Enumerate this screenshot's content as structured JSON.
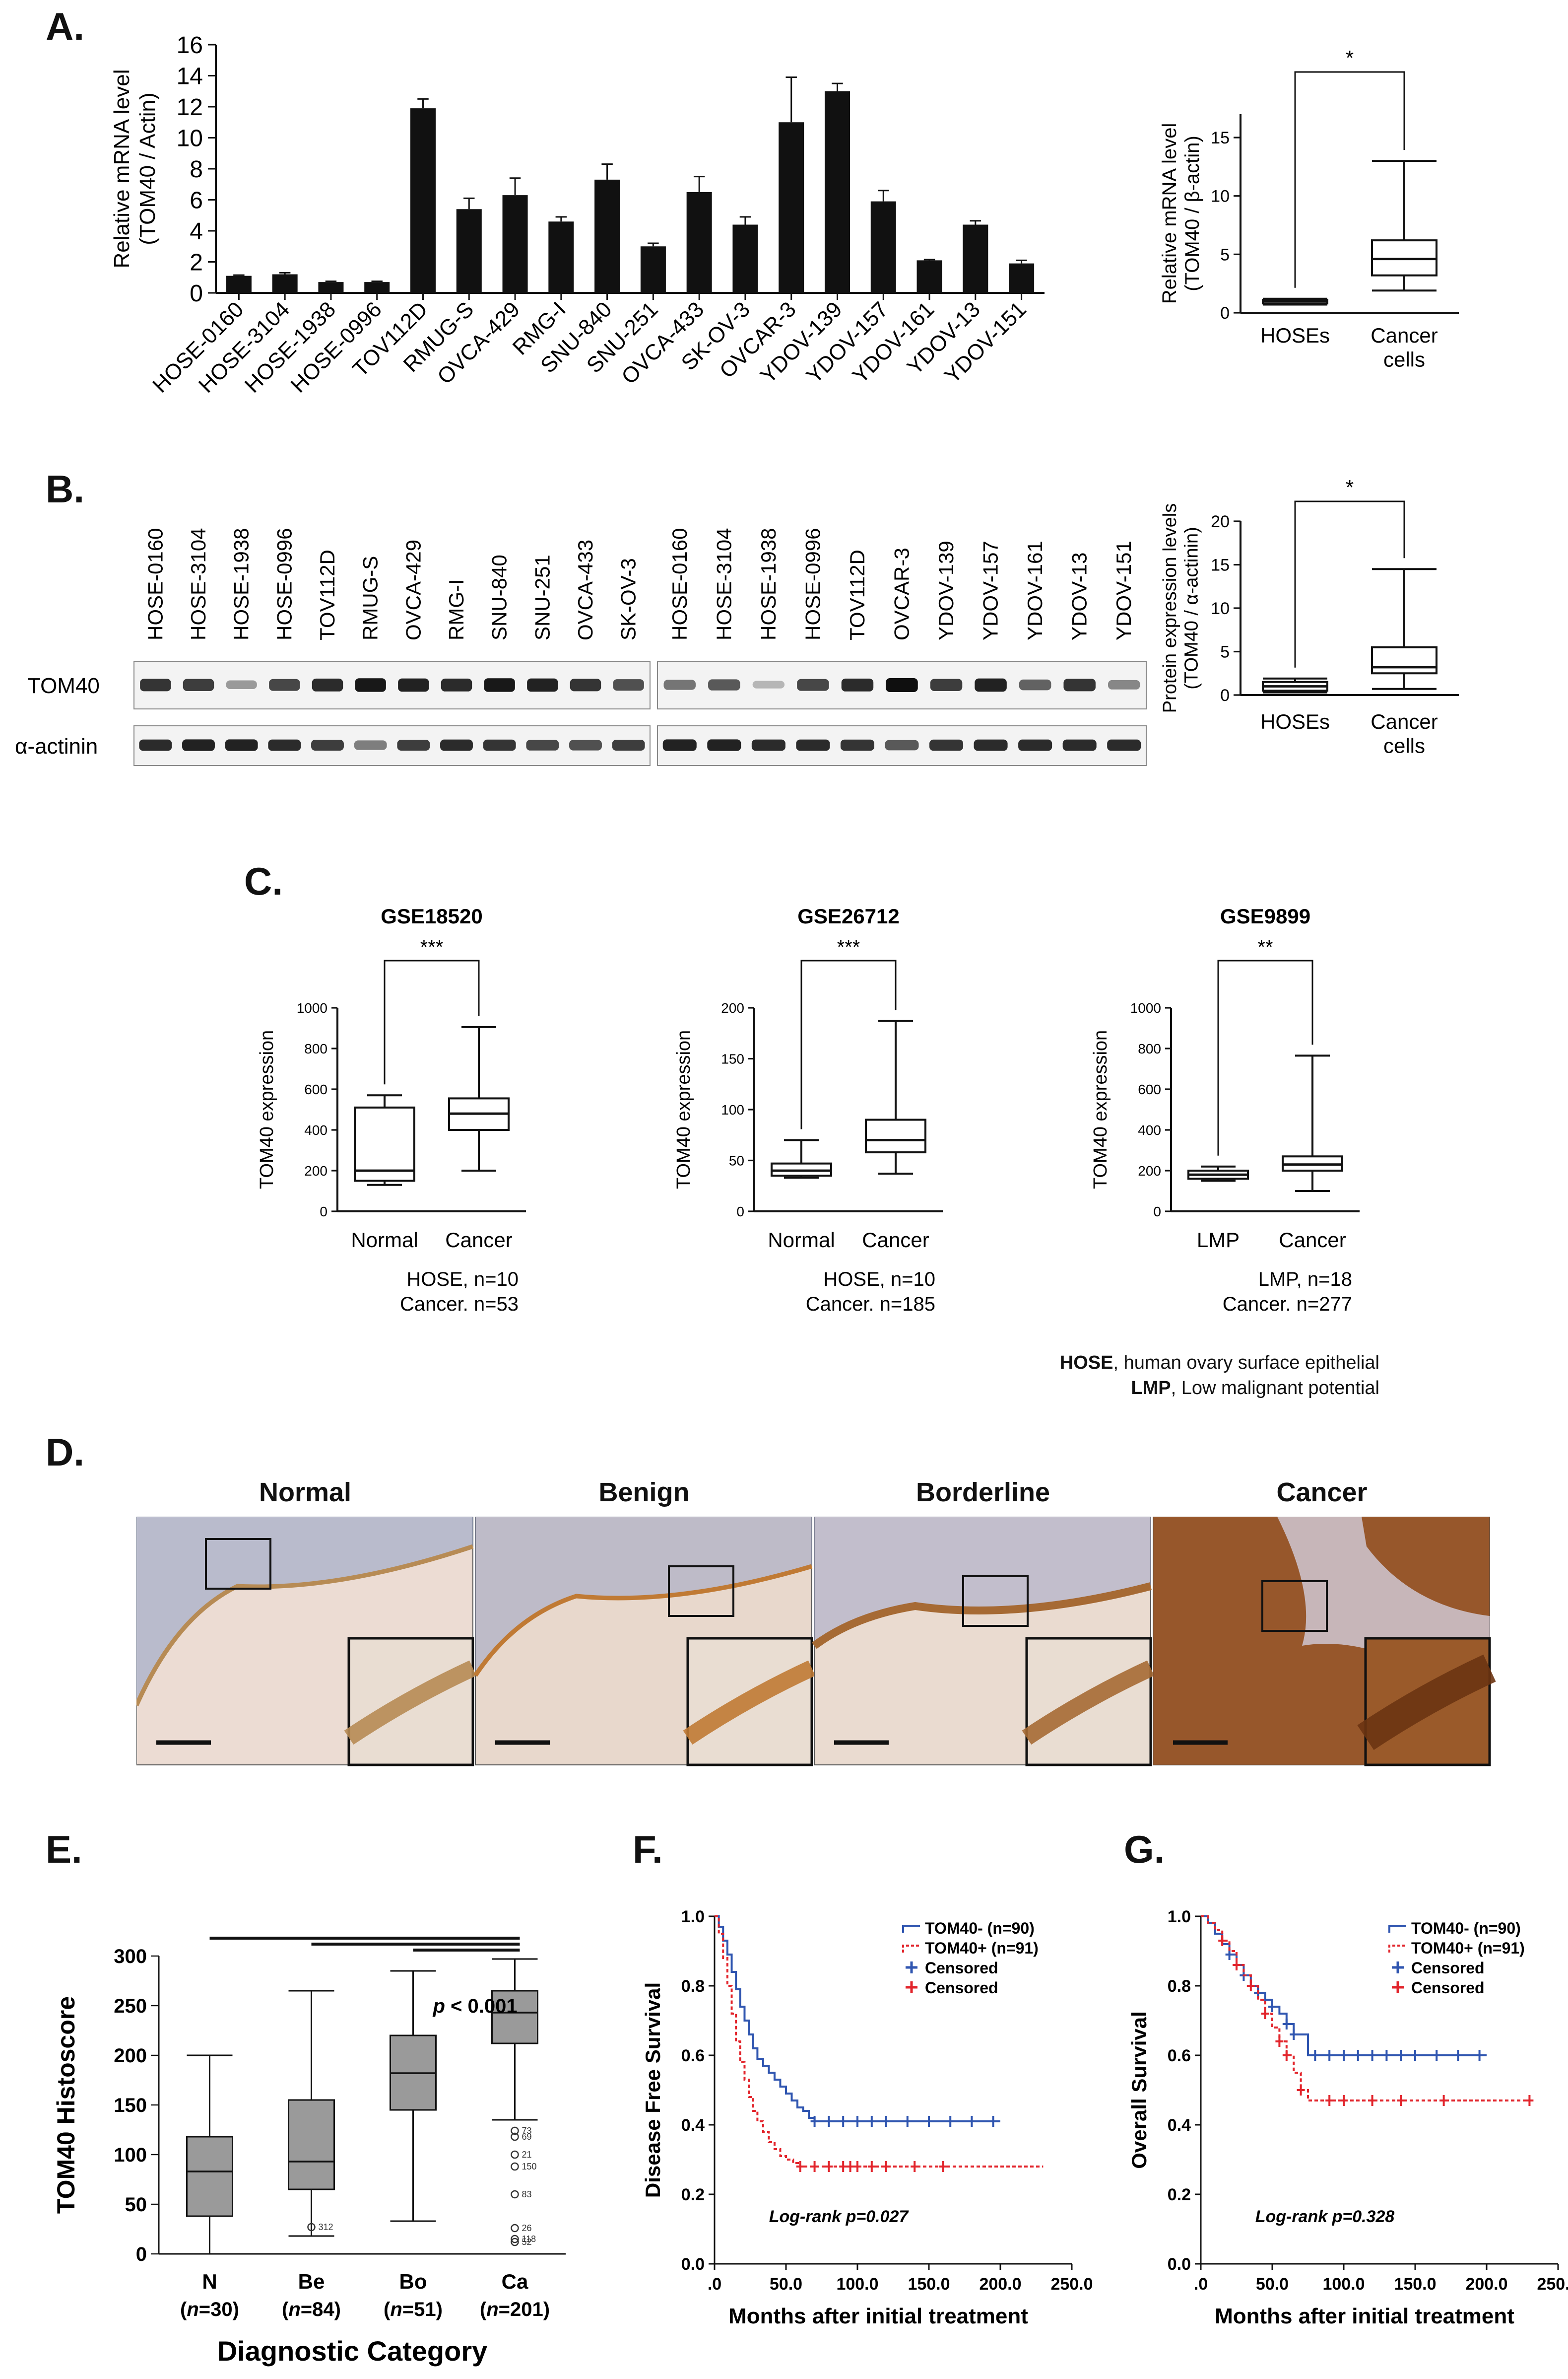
{
  "panels": {
    "A": "A.",
    "B": "B.",
    "C": "C.",
    "D": "D.",
    "E": "E.",
    "F": "F.",
    "G": "G."
  },
  "sig": {
    "one": "*",
    "two": "**",
    "three": "***"
  },
  "chart_data": [
    {
      "id": "A-bar",
      "type": "bar",
      "ylabel": "Relative mRNA level (TOM40 / Actin)",
      "ylabel_lines": [
        "Relative mRNA level",
        "(TOM40 / Actin)"
      ],
      "ylim": [
        0,
        16
      ],
      "yticks": [
        0,
        2,
        4,
        6,
        8,
        10,
        12,
        14,
        16
      ],
      "categories": [
        "HOSE-0160",
        "HOSE-3104",
        "HOSE-1938",
        "HOSE-0996",
        "TOV112D",
        "RMUG-S",
        "OVCA-429",
        "RMG-I",
        "SNU-840",
        "SNU-251",
        "OVCA-433",
        "SK-OV-3",
        "OVCAR-3",
        "YDOV-139",
        "YDOV-157",
        "YDOV-161",
        "YDOV-13",
        "YDOV-151"
      ],
      "values": [
        1.1,
        1.2,
        0.7,
        0.7,
        11.9,
        5.4,
        6.3,
        4.6,
        7.3,
        3.0,
        6.5,
        4.4,
        11.0,
        13.0,
        5.9,
        2.1,
        4.4,
        1.9
      ],
      "errors": [
        0.05,
        0.1,
        0.05,
        0.05,
        0.6,
        0.7,
        1.1,
        0.3,
        1.0,
        0.2,
        1.0,
        0.5,
        2.9,
        0.5,
        0.7,
        0.05,
        0.25,
        0.2
      ]
    },
    {
      "id": "A-box",
      "type": "box",
      "ylabel_lines": [
        "Relative mRNA level",
        "(TOM40 / β-actin)"
      ],
      "ylim": [
        0,
        17
      ],
      "yticks": [
        0,
        5,
        10,
        15
      ],
      "categories": [
        "HOSEs",
        "Cancer cells"
      ],
      "category_lines": [
        [
          "HOSEs"
        ],
        [
          "Cancer",
          "cells"
        ]
      ],
      "boxes": [
        {
          "min": 0.7,
          "q1": 0.8,
          "median": 1.0,
          "q3": 1.1,
          "max": 1.2
        },
        {
          "min": 1.9,
          "q1": 3.2,
          "median": 4.6,
          "q3": 6.2,
          "max": 13.0
        }
      ],
      "significance": "*"
    },
    {
      "id": "B-box",
      "type": "box",
      "ylabel_lines": [
        "Protein expression levels",
        "(TOM40 / α-actinin)"
      ],
      "ylim": [
        0,
        20
      ],
      "yticks": [
        0,
        5,
        10,
        15,
        20
      ],
      "categories": [
        "HOSEs",
        "Cancer cells"
      ],
      "category_lines": [
        [
          "HOSEs"
        ],
        [
          "Cancer",
          "cells"
        ]
      ],
      "boxes": [
        {
          "min": 0.3,
          "q1": 0.5,
          "median": 1.0,
          "q3": 1.5,
          "max": 1.9
        },
        {
          "min": 0.7,
          "q1": 2.5,
          "median": 3.2,
          "q3": 5.5,
          "max": 14.5
        }
      ],
      "significance": "*"
    },
    {
      "id": "C1",
      "type": "box",
      "title": "GSE18520",
      "ylabel": "TOM40 expression",
      "ylim": [
        0,
        1000
      ],
      "yticks": [
        0,
        200,
        400,
        600,
        800,
        1000
      ],
      "categories": [
        "Normal",
        "Cancer"
      ],
      "boxes": [
        {
          "min": 130,
          "q1": 150,
          "median": 200,
          "q3": 510,
          "max": 570
        },
        {
          "min": 200,
          "q1": 400,
          "median": 480,
          "q3": 555,
          "max": 905
        }
      ],
      "significance": "***",
      "n_lines": [
        "HOSE, n=10",
        "Cancer, n=53"
      ]
    },
    {
      "id": "C2",
      "type": "box",
      "title": "GSE26712",
      "ylabel": "TOM40 expression",
      "ylim": [
        0,
        200
      ],
      "yticks": [
        0,
        50,
        100,
        150,
        200
      ],
      "categories": [
        "Normal",
        "Cancer"
      ],
      "boxes": [
        {
          "min": 33,
          "q1": 35,
          "median": 40,
          "q3": 47,
          "max": 70
        },
        {
          "min": 37,
          "q1": 58,
          "median": 70,
          "q3": 90,
          "max": 187
        }
      ],
      "significance": "***",
      "n_lines": [
        "HOSE, n=10",
        "Cancer, n=185"
      ]
    },
    {
      "id": "C3",
      "type": "box",
      "title": "GSE9899",
      "ylabel": "TOM40 expression",
      "ylim": [
        0,
        1000
      ],
      "yticks": [
        0,
        200,
        400,
        600,
        800,
        1000
      ],
      "categories": [
        "LMP",
        "Cancer"
      ],
      "boxes": [
        {
          "min": 150,
          "q1": 160,
          "median": 180,
          "q3": 200,
          "max": 220
        },
        {
          "min": 100,
          "q1": 200,
          "median": 230,
          "q3": 270,
          "max": 765
        }
      ],
      "significance": "**",
      "n_lines": [
        "LMP, n=18",
        "Cancer, n=277"
      ]
    },
    {
      "id": "E",
      "type": "box",
      "ylabel": "TOM40 Histoscore",
      "xlabel": "Diagnostic Category",
      "ylim": [
        0,
        300
      ],
      "yticks": [
        0,
        50,
        100,
        150,
        200,
        250,
        300
      ],
      "categories": [
        "N",
        "Be",
        "Bo",
        "Ca"
      ],
      "n_labels": [
        "n",
        "=30",
        "=84",
        "=51",
        "=201"
      ],
      "boxes": [
        {
          "min": 0,
          "q1": 38,
          "median": 83,
          "q3": 118,
          "max": 200
        },
        {
          "min": 18,
          "q1": 65,
          "median": 93,
          "q3": 155,
          "max": 265
        },
        {
          "min": 33,
          "q1": 145,
          "median": 182,
          "q3": 220,
          "max": 285
        },
        {
          "min": 135,
          "q1": 212,
          "median": 243,
          "q3": 265,
          "max": 297
        }
      ],
      "outliers": [
        {
          "group": 1,
          "y": 27,
          "label": "312"
        },
        {
          "group": 3,
          "y": 124,
          "label": "73"
        },
        {
          "group": 3,
          "y": 118,
          "label": "69"
        },
        {
          "group": 3,
          "y": 100,
          "label": "21"
        },
        {
          "group": 3,
          "y": 88,
          "label": "150"
        },
        {
          "group": 3,
          "y": 60,
          "label": "83"
        },
        {
          "group": 3,
          "y": 26,
          "label": "26"
        },
        {
          "group": 3,
          "y": 15,
          "label": "118"
        },
        {
          "group": 3,
          "y": 12,
          "label": "52"
        }
      ],
      "pvalue_prefix": "p",
      "pvalue_rest": " < 0.001"
    },
    {
      "id": "F",
      "type": "line",
      "ylabel": "Disease Free Survival",
      "xlabel": "Months after initial treatment",
      "xlim": [
        0,
        250
      ],
      "ylim": [
        0,
        1.0
      ],
      "xticks": [
        ".0",
        "50.0",
        "100.0",
        "150.0",
        "200.0",
        "250.0"
      ],
      "yticks": [
        "0.0",
        "0.2",
        "0.4",
        "0.6",
        "0.8",
        "1.0"
      ],
      "legend": [
        "TOM40- (n=90)",
        "TOM40+ (n=91)",
        "Censored",
        "Censored"
      ],
      "annotation": "Log-rank p=0.027",
      "series": [
        {
          "name": "TOM40- (n=90)",
          "color": "#2f55b0",
          "style": "solid",
          "x": [
            0,
            3,
            6,
            9,
            12,
            15,
            18,
            21,
            24,
            27,
            30,
            34,
            38,
            42,
            46,
            50,
            54,
            58,
            62,
            66,
            70,
            80,
            200
          ],
          "y": [
            1.0,
            0.97,
            0.93,
            0.89,
            0.84,
            0.79,
            0.74,
            0.7,
            0.66,
            0.62,
            0.59,
            0.57,
            0.55,
            0.53,
            0.51,
            0.49,
            0.47,
            0.45,
            0.44,
            0.42,
            0.41,
            0.41,
            0.41
          ],
          "censored": [
            70,
            80,
            90,
            100,
            110,
            120,
            135,
            150,
            165,
            180,
            195
          ]
        },
        {
          "name": "TOM40+ (n=91)",
          "color": "#e2242b",
          "style": "dashed",
          "x": [
            0,
            3,
            6,
            9,
            12,
            15,
            18,
            21,
            24,
            27,
            30,
            34,
            38,
            42,
            46,
            50,
            55,
            60,
            230
          ],
          "y": [
            1.0,
            0.95,
            0.88,
            0.8,
            0.72,
            0.64,
            0.58,
            0.53,
            0.48,
            0.44,
            0.41,
            0.38,
            0.35,
            0.33,
            0.31,
            0.3,
            0.29,
            0.28,
            0.28
          ],
          "censored": [
            60,
            70,
            80,
            90,
            95,
            100,
            110,
            120,
            140,
            160
          ]
        }
      ]
    },
    {
      "id": "G",
      "type": "line",
      "ylabel": "Overall Survival",
      "xlabel": "Months after initial treatment",
      "xlim": [
        0,
        250
      ],
      "ylim": [
        0,
        1.0
      ],
      "xticks": [
        ".0",
        "50.0",
        "100.0",
        "150.0",
        "200.0",
        "250.0"
      ],
      "yticks": [
        "0.0",
        "0.2",
        "0.4",
        "0.6",
        "0.8",
        "1.0"
      ],
      "legend": [
        "TOM40- (n=90)",
        "TOM40+ (n=91)",
        "Censored",
        "Censored"
      ],
      "annotation": "Log-rank p=0.328",
      "series": [
        {
          "name": "TOM40- (n=90)",
          "color": "#2f55b0",
          "style": "solid",
          "x": [
            0,
            5,
            10,
            15,
            20,
            25,
            30,
            35,
            40,
            45,
            50,
            55,
            60,
            65,
            70,
            75,
            80,
            200
          ],
          "y": [
            1.0,
            0.98,
            0.95,
            0.92,
            0.89,
            0.86,
            0.83,
            0.8,
            0.78,
            0.76,
            0.74,
            0.72,
            0.69,
            0.66,
            0.66,
            0.6,
            0.6,
            0.6
          ],
          "censored": [
            20,
            30,
            40,
            50,
            60,
            65,
            80,
            90,
            100,
            110,
            120,
            130,
            140,
            150,
            165,
            180,
            195
          ]
        },
        {
          "name": "TOM40+ (n=91)",
          "color": "#e2242b",
          "style": "dashed",
          "x": [
            0,
            5,
            10,
            15,
            20,
            25,
            30,
            35,
            40,
            45,
            50,
            55,
            60,
            65,
            70,
            75,
            80,
            230
          ],
          "y": [
            1.0,
            0.98,
            0.96,
            0.93,
            0.9,
            0.86,
            0.83,
            0.8,
            0.76,
            0.72,
            0.68,
            0.64,
            0.6,
            0.55,
            0.5,
            0.47,
            0.47,
            0.47
          ],
          "censored": [
            15,
            25,
            35,
            45,
            55,
            60,
            70,
            90,
            100,
            120,
            140,
            170,
            230
          ]
        }
      ]
    }
  ],
  "blot": {
    "left_lanes": [
      "HOSE-0160",
      "HOSE-3104",
      "HOSE-1938",
      "HOSE-0996",
      "TOV112D",
      "RMUG-S",
      "OVCA-429",
      "RMG-I",
      "SNU-840",
      "SNU-251",
      "OVCA-433",
      "SK-OV-3"
    ],
    "right_lanes": [
      "HOSE-0160",
      "HOSE-3104",
      "HOSE-1938",
      "HOSE-0996",
      "TOV112D",
      "OVCAR-3",
      "YDOV-139",
      "YDOV-157",
      "YDOV-161",
      "YDOV-13",
      "YDOV-151"
    ],
    "left_tom40": [
      0.8,
      0.75,
      0.25,
      0.7,
      0.85,
      0.95,
      0.9,
      0.85,
      0.95,
      0.9,
      0.8,
      0.65
    ],
    "left_actinin": [
      0.85,
      0.9,
      0.9,
      0.85,
      0.75,
      0.4,
      0.75,
      0.85,
      0.8,
      0.7,
      0.65,
      0.75
    ],
    "right_tom40": [
      0.45,
      0.6,
      0.1,
      0.7,
      0.85,
      1.0,
      0.75,
      0.9,
      0.55,
      0.8,
      0.35
    ],
    "right_actinin": [
      0.9,
      0.9,
      0.85,
      0.85,
      0.8,
      0.6,
      0.8,
      0.85,
      0.85,
      0.85,
      0.85
    ],
    "row_labels": [
      "TOM40",
      "α-actinin"
    ]
  },
  "ihc": {
    "titles": [
      "Normal",
      "Benign",
      "Borderline",
      "Cancer"
    ]
  },
  "notes": {
    "hose_bold": "HOSE",
    "hose_rest": ", human ovary surface epithelial",
    "lmp_bold": "LMP",
    "lmp_rest": ", Low malignant potential"
  }
}
